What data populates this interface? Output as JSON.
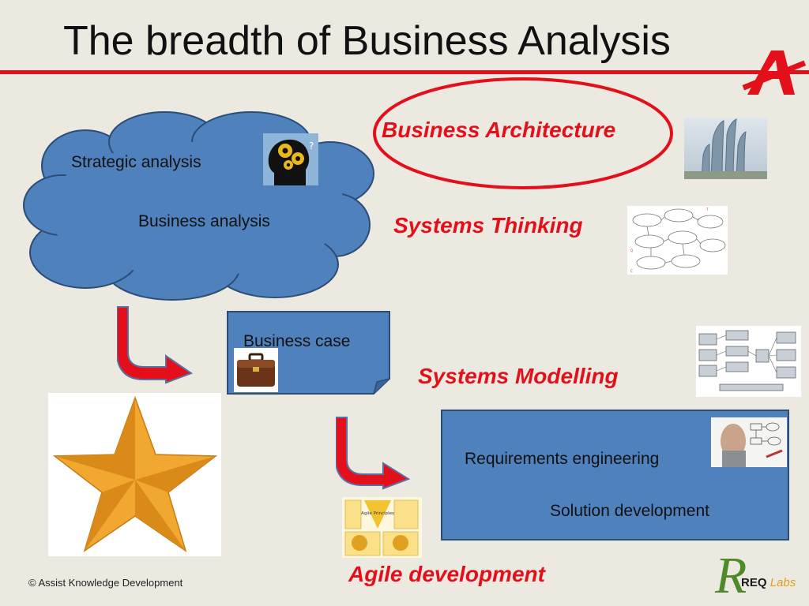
{
  "slide": {
    "title": "The breadth of Business Analysis",
    "footer": "© Assist Knowledge Development"
  },
  "cloud": {
    "strategic_label": "Strategic analysis",
    "business_label": "Business analysis"
  },
  "business_case": {
    "label": "Business case"
  },
  "topics": {
    "business_architecture": "Business Architecture",
    "systems_thinking": "Systems Thinking",
    "systems_modelling": "Systems Modelling",
    "agile_development": "Agile development"
  },
  "requirements_box": {
    "requirements_label": "Requirements engineering",
    "solution_label": "Solution development"
  },
  "agile_icon": {
    "center_label": "Agile Principles"
  },
  "reqlabs_logo": {
    "letter": "R",
    "req_text": "REQ",
    "labs_text": "Labs"
  },
  "colors": {
    "accent_red": "#e3101c",
    "cloud_blue": "#4f81bd",
    "cloud_outline": "#2c4d75",
    "background": "#ece9e0",
    "star_orange": "#f0a830"
  },
  "icons": [
    "gear-head-icon",
    "skyscraper-photo",
    "systems-diagram-thumbnail",
    "briefcase-icon",
    "network-diagram-thumbnail",
    "star-icon",
    "agile-principles-thumbnail",
    "requirements-whiteboard-photo",
    "curved-arrow-icon"
  ]
}
